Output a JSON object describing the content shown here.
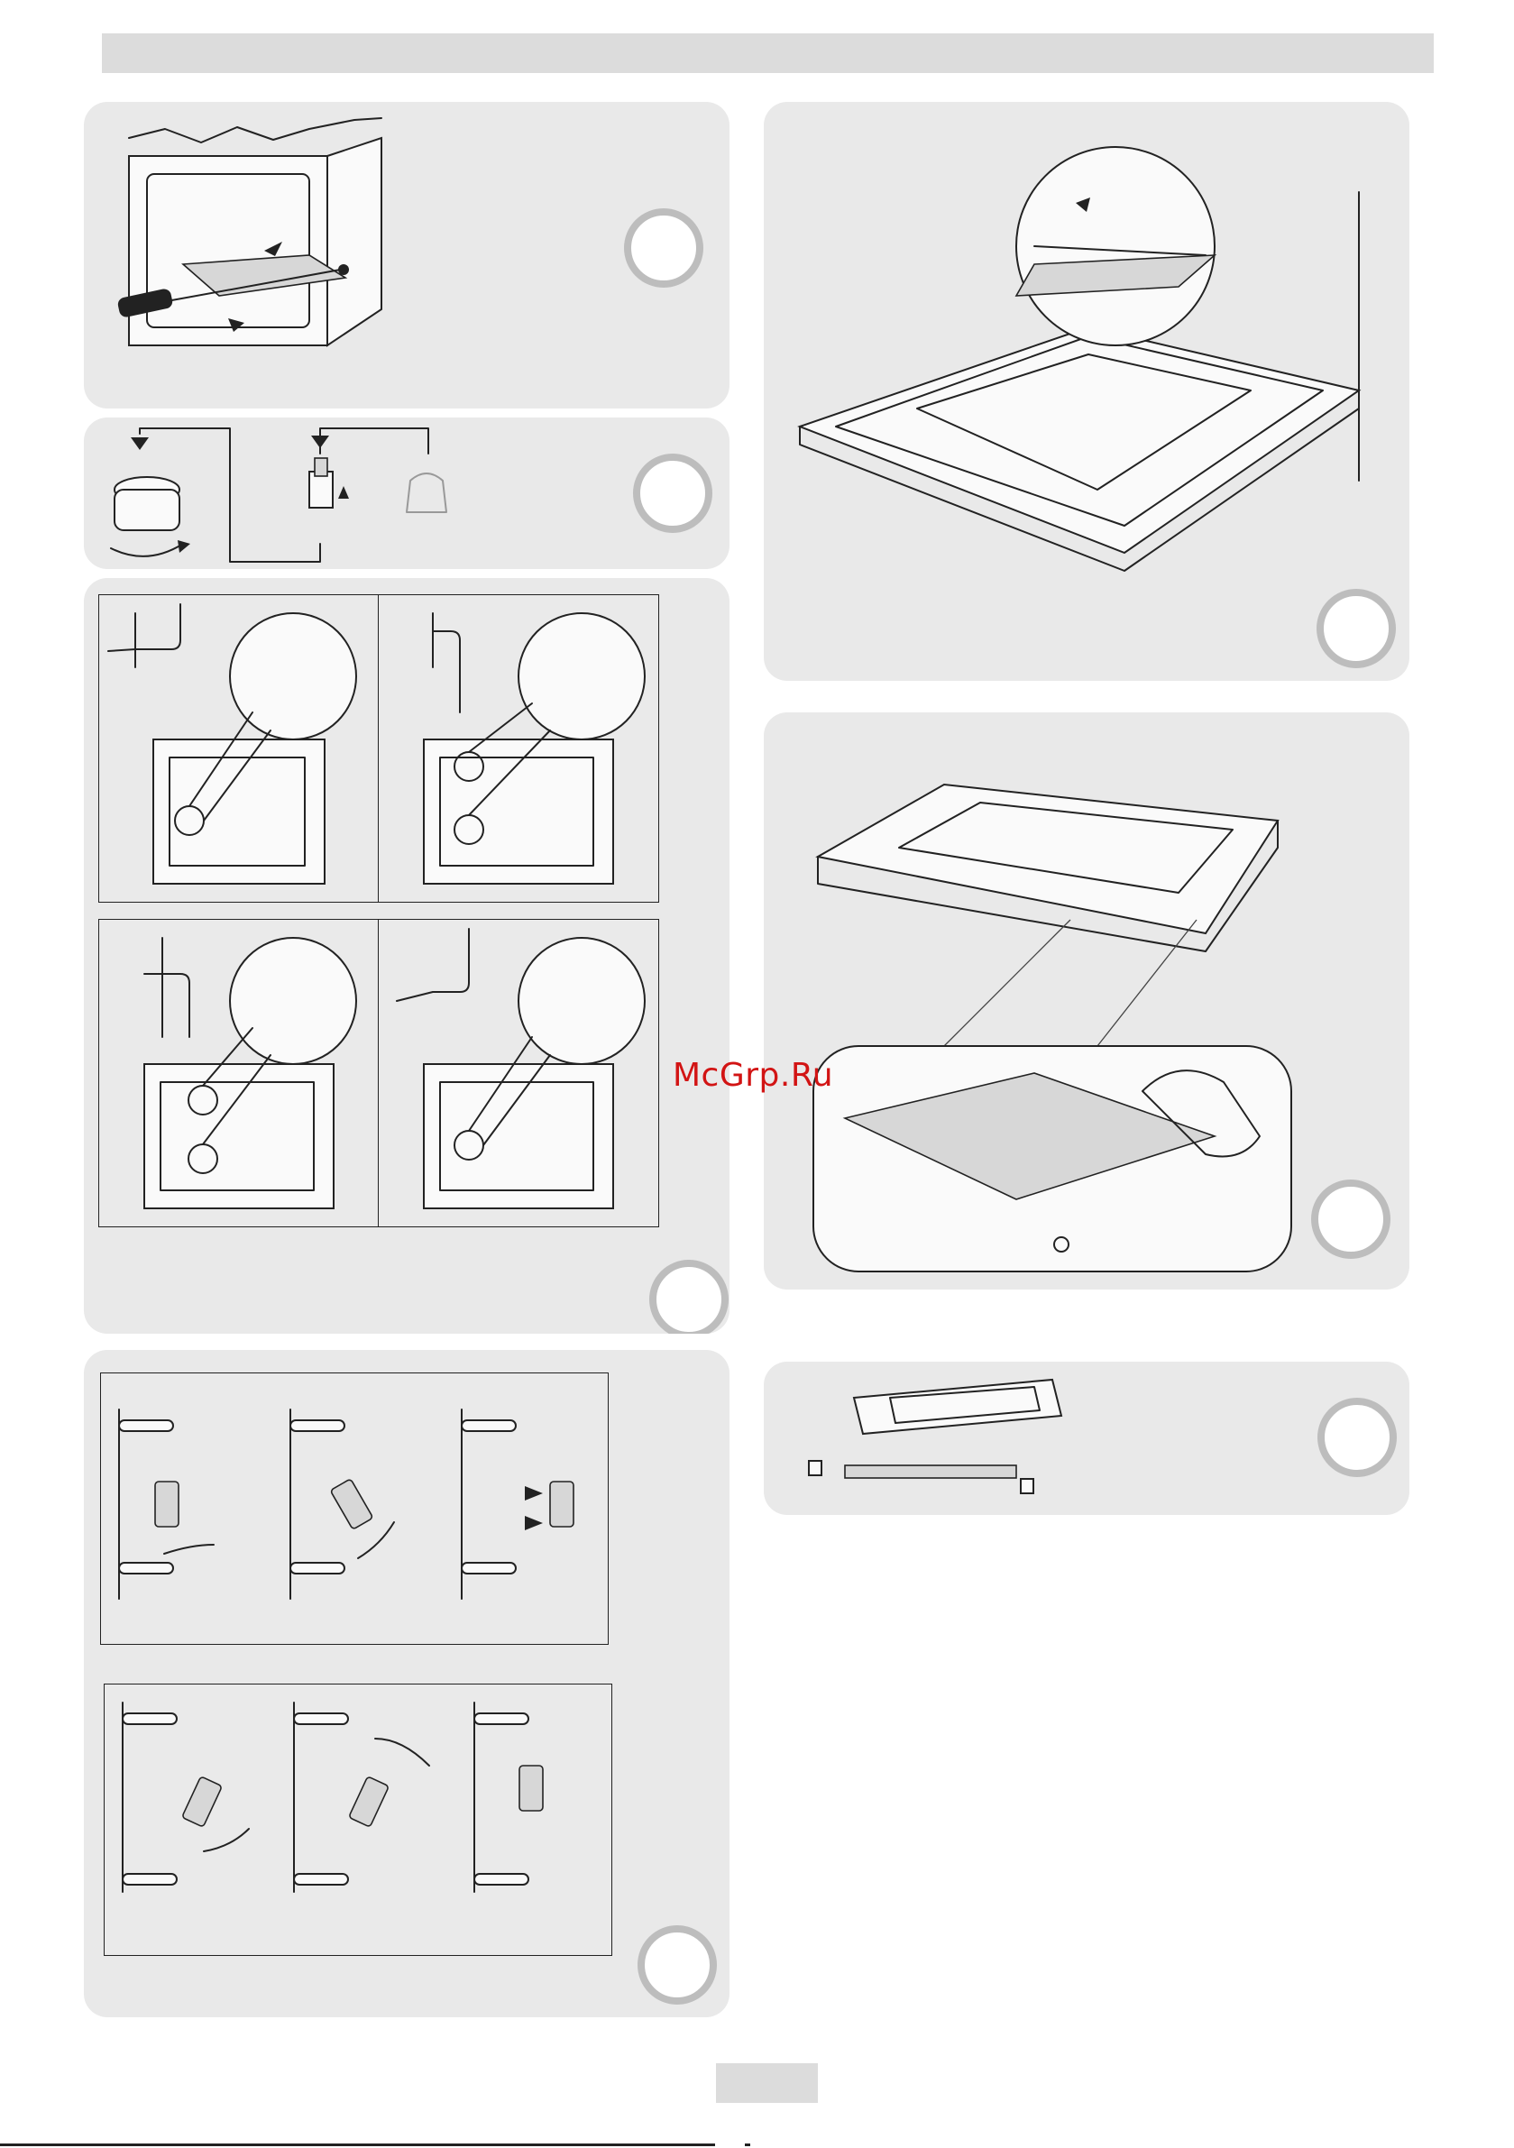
{
  "header": {
    "title": ""
  },
  "watermark": {
    "text": "McGrp.Ru"
  },
  "footer": {
    "page_number": ""
  },
  "panels": [
    {
      "id": "oven-grill-removal",
      "badge": ""
    },
    {
      "id": "lamp-replacement",
      "badge": ""
    },
    {
      "id": "shelf-positions",
      "badge": ""
    },
    {
      "id": "door-removal",
      "badge": ""
    },
    {
      "id": "door-glass-screws",
      "badge": ""
    },
    {
      "id": "door-assembly",
      "badge": ""
    },
    {
      "id": "telescopic-rails",
      "badge": ""
    }
  ]
}
